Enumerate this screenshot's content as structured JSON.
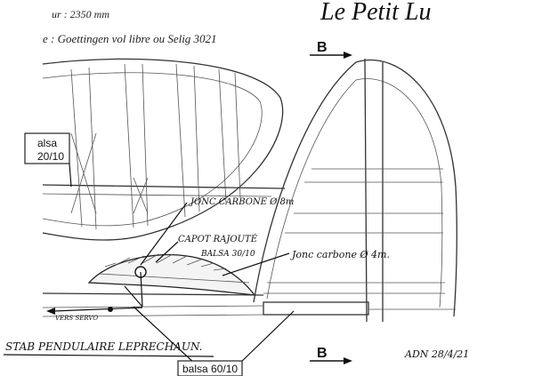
{
  "header": {
    "span_text": "ur : 2350 mm",
    "profile_text": "e : Goettingen vol libre ou Selig 3021",
    "title": "Le Petit Lu"
  },
  "section_markers": {
    "top": "B",
    "bottom": "B"
  },
  "labels": {
    "balsa_box_line1": "alsa",
    "balsa_box_line2": "20/10",
    "jonc_carbone_8": "JONC CARBONE Ø 8m",
    "capot_rajoute": "CAPOT RAJOUTÉ",
    "balsa_30_10": "BALSA 30/10",
    "jonc_carbone_4": "Jonc carbone Ø 4m.",
    "vers_servo": "VERS SERVO",
    "stab_pendulaire": "STAB PENDULAIRE LEPRECHAUN.",
    "balsa_60_10": "balsa 60/10",
    "signature": "ADN 28/4/21"
  }
}
